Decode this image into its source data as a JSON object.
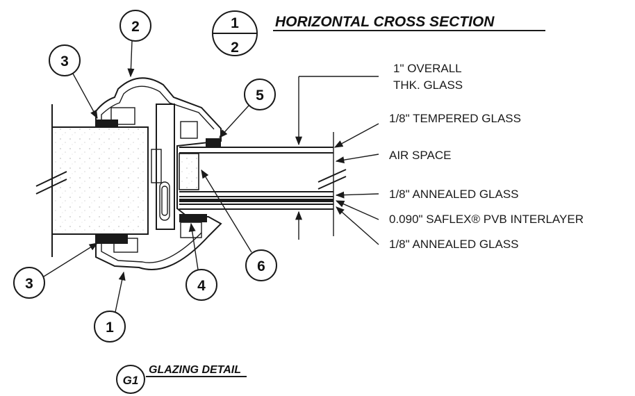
{
  "title": {
    "section_top": "1",
    "section_bottom": "2",
    "text": "HORIZONTAL CROSS SECTION"
  },
  "footer": {
    "id": "G1",
    "text": "GLAZING DETAIL"
  },
  "callouts": [
    "1",
    "2",
    "3",
    "3",
    "4",
    "5",
    "6"
  ],
  "labels": {
    "overall_line1": "1\" OVERALL",
    "overall_line2": "THK. GLASS",
    "tempered": "1/8\" TEMPERED GLASS",
    "air_space": "AIR SPACE",
    "annealed_1": "1/8\" ANNEALED GLASS",
    "interlayer": "0.090\" SAFLEX® PVB INTERLAYER",
    "annealed_2": "1/8\" ANNEALED GLASS"
  }
}
